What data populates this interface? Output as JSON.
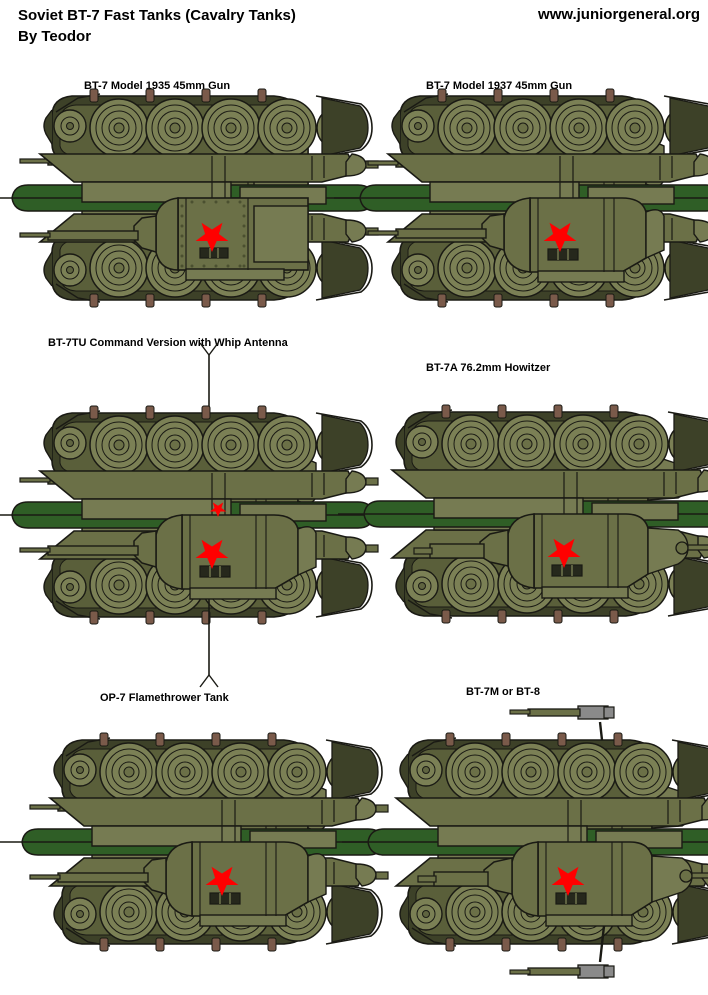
{
  "header": {
    "title_line1": "Soviet BT-7 Fast Tanks (Cavalry Tanks)",
    "title_line2": "By Teodor",
    "url": "www.juniorgeneral.org"
  },
  "palette": {
    "outline": "#1a1a14",
    "hull_upper": "#767b52",
    "hull_mid": "#6b7047",
    "hull_lower": "#5a5f3a",
    "hull_dark": "#4b5030",
    "wheel_face": "#7b8055",
    "wheel_ring": "#5f6440",
    "track": "#3d4128",
    "return_roller": "#7a5a4a",
    "base_green": "#2f5e26",
    "base_green_dark": "#24471d",
    "star_red": "#ff0000",
    "vision_slot": "#26281c",
    "mg_gray": "#8a8a8a",
    "background": "#ffffff"
  },
  "units": [
    {
      "id": "bt7-m1935",
      "caption": "BT-7 Model 1935  45mm Gun",
      "turret_style": "riveted-cylindrical",
      "gun": "45mm Gun",
      "star_count": 1,
      "has_antenna": false,
      "has_aa_mg": false,
      "rivets": true
    },
    {
      "id": "bt7-m1937",
      "caption": "BT-7 Model 1937 45mm Gun",
      "turret_style": "conical",
      "gun": "45mm Gun",
      "star_count": 1,
      "has_antenna": false,
      "has_aa_mg": false,
      "rivets": false
    },
    {
      "id": "bt7tu",
      "caption": "BT-7TU Command Version with Whip Antenna",
      "turret_style": "conical",
      "gun": "45mm Gun",
      "star_count": 2,
      "has_antenna": true,
      "has_aa_mg": false,
      "rivets": false
    },
    {
      "id": "bt7a",
      "caption": "BT-7A  76.2mm Howitzer",
      "turret_style": "conical-howitzer",
      "gun": "76.2mm Howitzer",
      "star_count": 1,
      "has_antenna": false,
      "has_aa_mg": false,
      "rivets": false
    },
    {
      "id": "op7",
      "caption": "OP-7  Flamethrower Tank",
      "turret_style": "conical",
      "gun": "Flame projector",
      "star_count": 1,
      "has_antenna": false,
      "has_aa_mg": false,
      "rivets": false
    },
    {
      "id": "bt7m-bt8",
      "caption": "BT-7M or BT-8",
      "turret_style": "conical-howitzer",
      "gun": "45mm Gun",
      "star_count": 1,
      "has_antenna": false,
      "has_aa_mg": true,
      "rivets": false
    }
  ],
  "sheet": {
    "type": "paper-miniature-foldover",
    "rows": 3,
    "columns": 2,
    "mirror_axis": "horizontal-centerline-base"
  }
}
